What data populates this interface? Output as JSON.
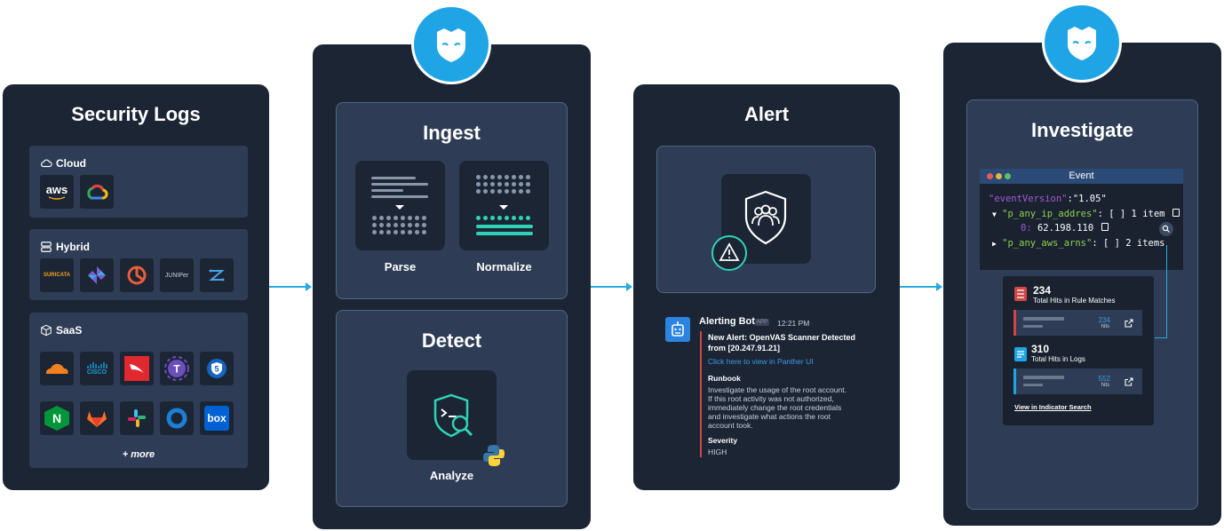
{
  "security_logs": {
    "title": "Security Logs",
    "groups": [
      {
        "label": "Cloud",
        "icon": "cloud-icon",
        "tiles": [
          "aws",
          "google-cloud-logo"
        ]
      },
      {
        "label": "Hybrid",
        "icon": "server-icon",
        "tiles": [
          "suricata-logo",
          "pinwheel-logo",
          "shield-logo",
          "juniper-logo",
          "zscaler-logo"
        ]
      },
      {
        "label": "SaaS",
        "icon": "cube-icon",
        "tiles": [
          "cloudflare-logo",
          "cisco-logo",
          "crowdstrike-logo",
          "teleport-logo",
          "shield-5-logo",
          "nginx-logo",
          "gitlab-logo",
          "slack-logo",
          "okta-logo",
          "box-logo"
        ]
      }
    ],
    "tile_text": {
      "aws": "aws",
      "cisco": "CISCO",
      "box": "box",
      "juniper": "JUNIPer",
      "nginx": "N",
      "suricata": "SURICATA"
    },
    "more": "+ more"
  },
  "ingest": {
    "title": "Ingest",
    "parse": "Parse",
    "normalize": "Normalize"
  },
  "detect": {
    "title": "Detect",
    "analyze": "Analyze"
  },
  "alert": {
    "title": "Alert",
    "bot": "Alerting Bot",
    "app_badge": "APP",
    "time": "12:21 PM",
    "alert_title_line1": "New Alert: OpenVAS Scanner Detected",
    "alert_title_line2": "from [20.247.91.21]",
    "link": "Click here to view in Panther UI",
    "runbook_label": "Runbook",
    "runbook_lines": [
      "Investigate the usage of the root account.",
      "If this root activity was not authorized,",
      "immediately change the root credentials",
      "and investigate what actions the root",
      "account took."
    ],
    "severity_label": "Severity",
    "severity_value": "HIGH"
  },
  "investigate": {
    "title": "Investigate",
    "event_title": "Event",
    "line1_key": "\"eventVersion\"",
    "line1_colon": ":",
    "line1_val": "\"1.05\"",
    "line2_key": "\"p_any_ip_addres\"",
    "line2_rest": ": [ ] 1 item",
    "line3_idx": "0:",
    "line3_val": "62.198.110",
    "line4_key": "\"p_any_aws_arns\"",
    "line4_rest": ": [ ] 2 items",
    "rule_count": "234",
    "rule_label": "Total Hits in Rule Matches",
    "rule_hits": "234",
    "hits_word": "hits",
    "log_count": "310",
    "log_label": "Total Hits in Logs",
    "log_hits": "552",
    "search_link": "View in Indicator Search"
  },
  "colors": {
    "panel": "#1c2534",
    "card": "#2e3d55",
    "accent_blue": "#1fa5e6",
    "teal": "#2ed3b7",
    "json_key": "#a35ad6",
    "json_green": "#8fd14f",
    "alert_red": "#d14545",
    "link_blue": "#3b9be8"
  }
}
